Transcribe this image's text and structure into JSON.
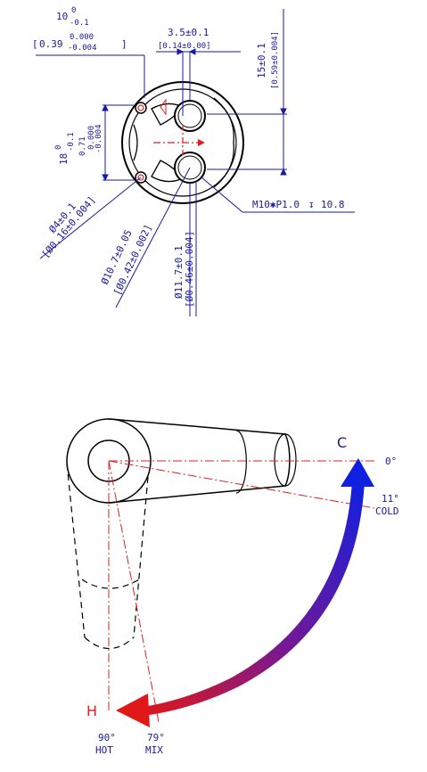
{
  "top_drawing": {
    "dim_width": {
      "nominal": "10",
      "upper": "0",
      "lower": "-0.1"
    },
    "dim_width_in": {
      "nominal": "0.39",
      "upper": "0.000",
      "lower": "-0.004"
    },
    "dim_offset": "3.5±0.1",
    "dim_offset_in": "[0.14±0.00]",
    "dim_height_right": "15±0.1",
    "dim_height_right_in": "[0.59±0.004]",
    "dim_height_left": {
      "nominal": "18",
      "upper": "0",
      "lower": "-0.1"
    },
    "dim_height_left_in": {
      "nominal": "0.71",
      "upper": "0.000",
      "lower": "-0.004"
    },
    "dim_hole": "Ø4±0.1",
    "dim_hole_in": "[Ø0.16±0.004]",
    "dim_port": "Ø10.7±0.05",
    "dim_port_in": "[Ø0.42±0.002]",
    "dim_port_outer": "Ø11.7±0.1",
    "dim_port_outer_in": "[Ø0.46±0.004]",
    "thread": "M10✱P1.0",
    "thread_depth": "10.8"
  },
  "bottom_drawing": {
    "cold_letter": "C",
    "hot_letter": "H",
    "angle_zero": "0°",
    "angle_cold": "11°",
    "cold_label": "COLD",
    "angle_hot": "90°",
    "hot_label": "HOT",
    "angle_mix": "79°",
    "mix_label": "MIX"
  },
  "colors": {
    "ink": "#1a1aa0",
    "line": "#000000",
    "red": "#e02020",
    "hot_arrow": "#e01818",
    "cold_arrow": "#1020e0"
  }
}
